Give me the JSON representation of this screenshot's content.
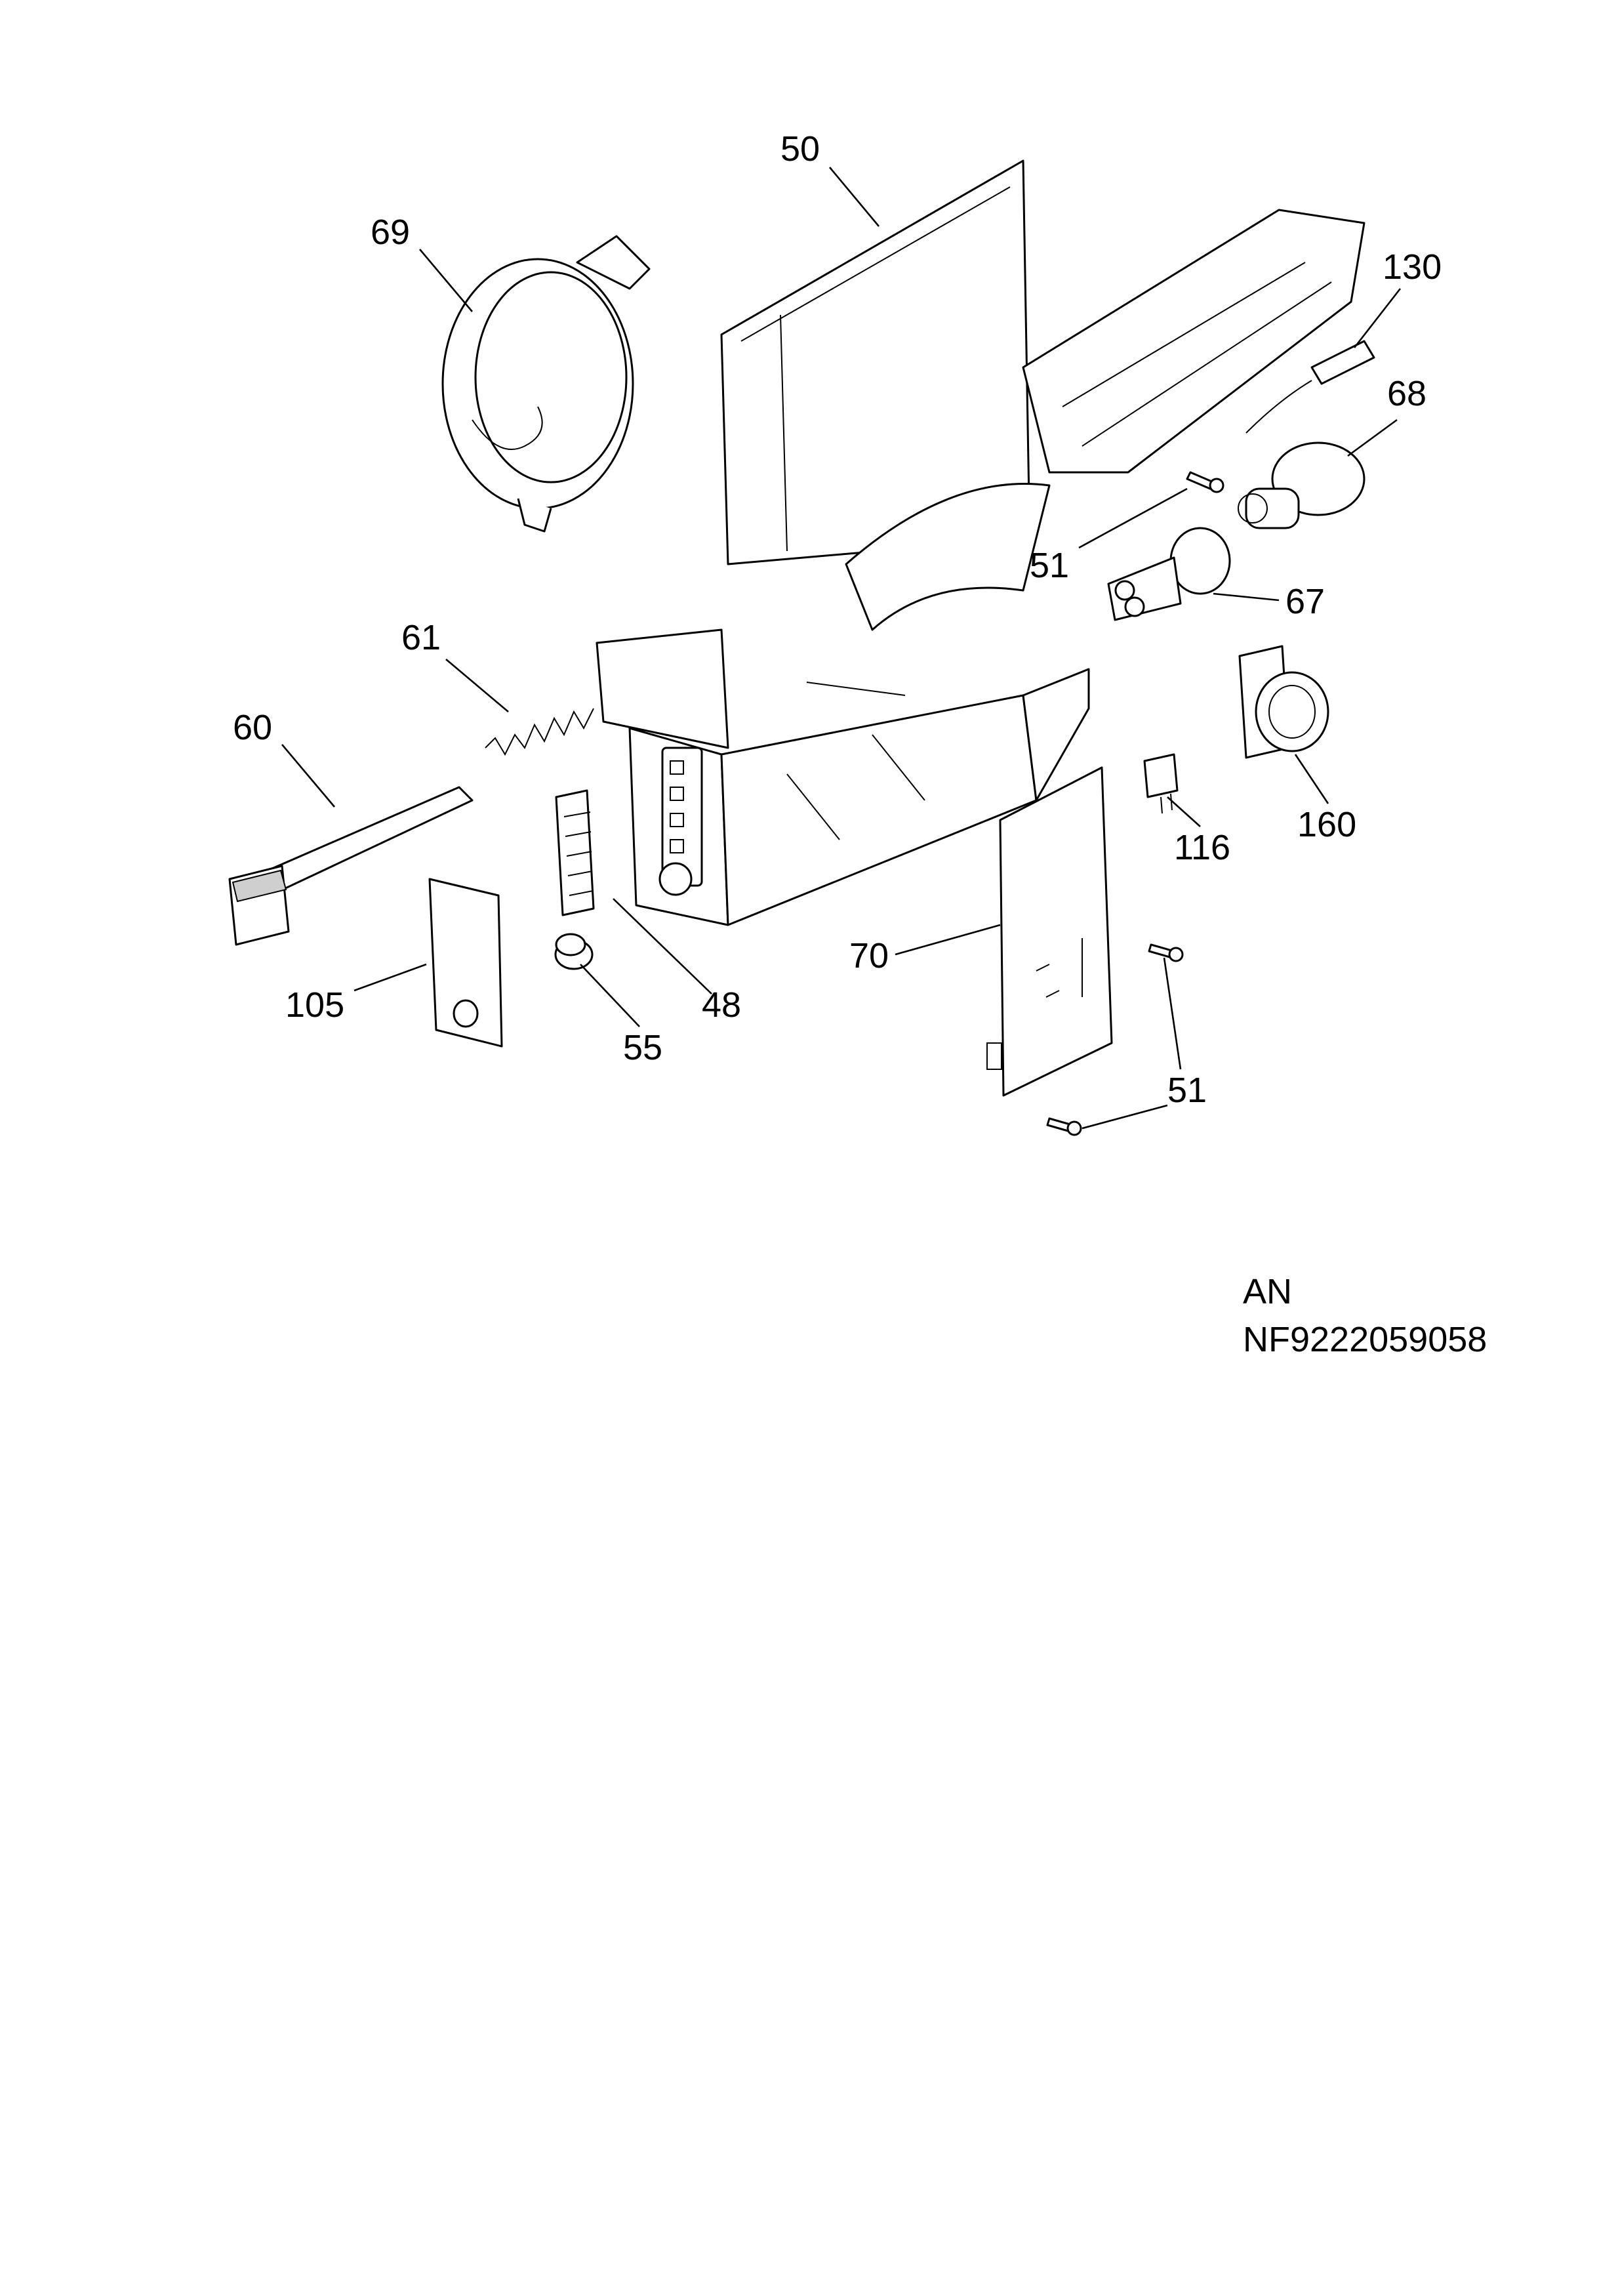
{
  "callouts": {
    "c50": "50",
    "c69": "69",
    "c130": "130",
    "c68": "68",
    "c51a": "51",
    "c67": "67",
    "c61": "61",
    "c60": "60",
    "c116": "116",
    "c160": "160",
    "c70": "70",
    "c105": "105",
    "c48": "48",
    "c55": "55",
    "c51b": "51"
  },
  "drawing_code": {
    "line1": "AN",
    "line2": "NF9222059058"
  }
}
